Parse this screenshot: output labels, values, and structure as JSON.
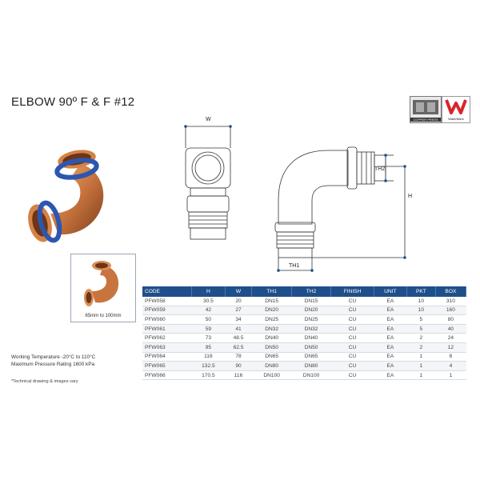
{
  "title": "ELBOW 90º F & F #12",
  "logos": {
    "stamp_label": "COPPER PRESS",
    "watermark_label": "WaterMark"
  },
  "thumbnail": {
    "caption": "65mm to 100mm"
  },
  "drawing": {
    "labels": {
      "w": "W",
      "th1": "TH1",
      "th2": "TH2",
      "h": "H"
    }
  },
  "table": {
    "headers": [
      "CODE",
      "H",
      "W",
      "TH1",
      "TH2",
      "FINISH",
      "UNIT",
      "PKT",
      "BOX"
    ],
    "rows": [
      [
        "PFW058",
        "30.5",
        "20",
        "DN15",
        "DN15",
        "CU",
        "EA",
        "10",
        "310"
      ],
      [
        "PFW059",
        "42",
        "27",
        "DN20",
        "DN20",
        "CU",
        "EA",
        "10",
        "160"
      ],
      [
        "PFW060",
        "50",
        "34",
        "DN25",
        "DN25",
        "CU",
        "EA",
        "5",
        "80"
      ],
      [
        "PFW061",
        "59",
        "41",
        "DN32",
        "DN32",
        "CU",
        "EA",
        "5",
        "40"
      ],
      [
        "PFW062",
        "73",
        "48.5",
        "DN40",
        "DN40",
        "CU",
        "EA",
        "2",
        "24"
      ],
      [
        "PFW063",
        "95",
        "62.5",
        "DN50",
        "DN50",
        "CU",
        "EA",
        "2",
        "12"
      ],
      [
        "PFW064",
        "116",
        "78",
        "DN65",
        "DN65",
        "CU",
        "EA",
        "1",
        "6"
      ],
      [
        "PFW065",
        "132.5",
        "90",
        "DN80",
        "DN80",
        "CU",
        "EA",
        "1",
        "4"
      ],
      [
        "PFW066",
        "170.5",
        "116",
        "DN100",
        "DN100",
        "CU",
        "EA",
        "1",
        "1"
      ]
    ]
  },
  "notes": {
    "working_temperature": "Working Temperature -20°C to 110°C",
    "max_pressure": "Maximum Pressure Rating 1600 kPa",
    "footnote": "*Technical drawing & images vary"
  },
  "colors": {
    "copper": "#c8743e",
    "copper_dark": "#8a4a22",
    "seal_blue": "#2c56b0",
    "header_blue": "#1f4f8b"
  }
}
